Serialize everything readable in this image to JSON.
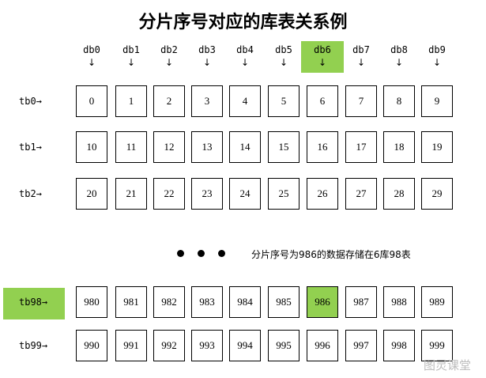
{
  "title": "分片序号对应的库表关系例",
  "databases": [
    "db0",
    "db1",
    "db2",
    "db3",
    "db4",
    "db5",
    "db6",
    "db7",
    "db8",
    "db9"
  ],
  "arrow_glyph": "↓",
  "row_arrow_glyph": "→",
  "highlight_db_index": 6,
  "rows": [
    {
      "label": "tb0",
      "cells": [
        "0",
        "1",
        "2",
        "3",
        "4",
        "5",
        "6",
        "7",
        "8",
        "9"
      ],
      "highlight": false
    },
    {
      "label": "tb1",
      "cells": [
        "10",
        "11",
        "12",
        "13",
        "14",
        "15",
        "16",
        "17",
        "18",
        "19"
      ],
      "highlight": false
    },
    {
      "label": "tb2",
      "cells": [
        "20",
        "21",
        "22",
        "23",
        "24",
        "25",
        "26",
        "27",
        "28",
        "29"
      ],
      "highlight": false
    },
    {
      "label": "tb98",
      "cells": [
        "980",
        "981",
        "982",
        "983",
        "984",
        "985",
        "986",
        "987",
        "988",
        "989"
      ],
      "highlight": true,
      "highlight_cell_index": 6
    },
    {
      "label": "tb99",
      "cells": [
        "990",
        "991",
        "992",
        "993",
        "994",
        "995",
        "996",
        "997",
        "998",
        "999"
      ],
      "highlight": false
    }
  ],
  "note": "分片序号为986的数据存储在6库98表",
  "watermark": "图灵课堂",
  "colors": {
    "highlight": "#92d050",
    "border": "#000000",
    "background": "#ffffff"
  }
}
